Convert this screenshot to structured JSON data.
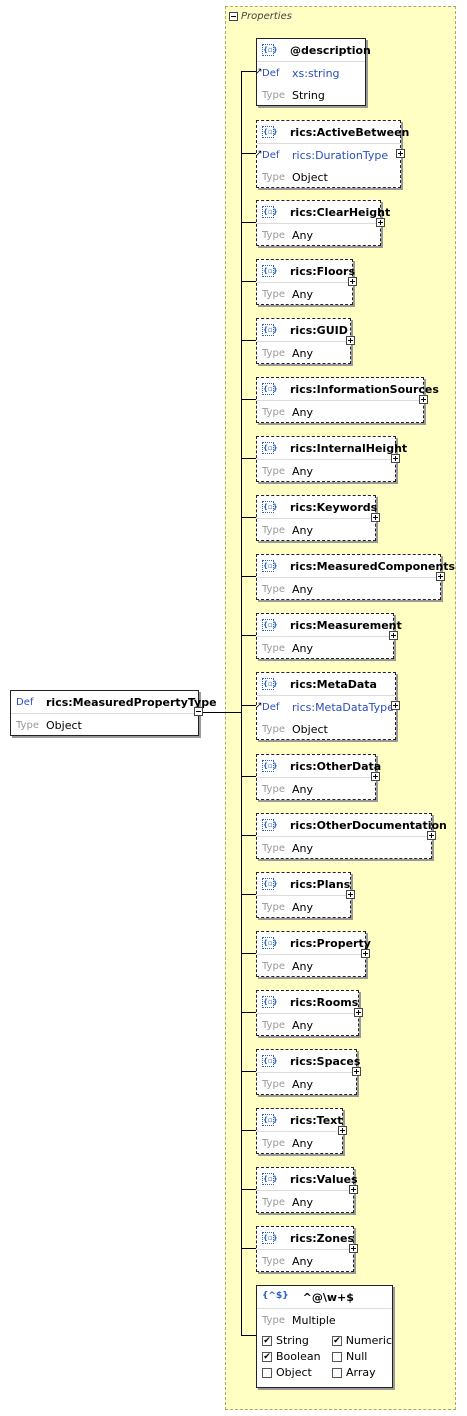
{
  "root": {
    "def_label": "Def",
    "name": "rics:MeasuredPropertyType",
    "type_label": "Type",
    "type_value": "Object"
  },
  "panel": {
    "title": "Properties"
  },
  "items": [
    {
      "name": "@description",
      "def": "xs:string",
      "type": "String",
      "expand": false,
      "dashed": false
    },
    {
      "name": "rics:ActiveBetween",
      "def": "rics:DurationType",
      "type": "Object",
      "expand": true,
      "dashed": true
    },
    {
      "name": "rics:ClearHeight",
      "def": null,
      "type": "Any",
      "expand": true,
      "dashed": true
    },
    {
      "name": "rics:Floors",
      "def": null,
      "type": "Any",
      "expand": true,
      "dashed": true
    },
    {
      "name": "rics:GUID",
      "def": null,
      "type": "Any",
      "expand": true,
      "dashed": true
    },
    {
      "name": "rics:InformationSources",
      "def": null,
      "type": "Any",
      "expand": true,
      "dashed": true
    },
    {
      "name": "rics:InternalHeight",
      "def": null,
      "type": "Any",
      "expand": true,
      "dashed": true
    },
    {
      "name": "rics:Keywords",
      "def": null,
      "type": "Any",
      "expand": true,
      "dashed": true
    },
    {
      "name": "rics:MeasuredComponents",
      "def": null,
      "type": "Any",
      "expand": true,
      "dashed": true
    },
    {
      "name": "rics:Measurement",
      "def": null,
      "type": "Any",
      "expand": true,
      "dashed": true
    },
    {
      "name": "rics:MetaData",
      "def": "rics:MetaDataType",
      "type": "Object",
      "expand": true,
      "dashed": true
    },
    {
      "name": "rics:OtherData",
      "def": null,
      "type": "Any",
      "expand": true,
      "dashed": true
    },
    {
      "name": "rics:OtherDocumentation",
      "def": null,
      "type": "Any",
      "expand": true,
      "dashed": true
    },
    {
      "name": "rics:Plans",
      "def": null,
      "type": "Any",
      "expand": true,
      "dashed": true
    },
    {
      "name": "rics:Property",
      "def": null,
      "type": "Any",
      "expand": true,
      "dashed": true
    },
    {
      "name": "rics:Rooms",
      "def": null,
      "type": "Any",
      "expand": true,
      "dashed": true
    },
    {
      "name": "rics:Spaces",
      "def": null,
      "type": "Any",
      "expand": true,
      "dashed": true
    },
    {
      "name": "rics:Text",
      "def": null,
      "type": "Any",
      "expand": true,
      "dashed": true
    },
    {
      "name": "rics:Values",
      "def": null,
      "type": "Any",
      "expand": true,
      "dashed": true
    },
    {
      "name": "rics:Zones",
      "def": null,
      "type": "Any",
      "expand": true,
      "dashed": true
    }
  ],
  "pattern": {
    "icon": "{^$}",
    "name": "^@\\w+$",
    "type": "Multiple",
    "checks": [
      {
        "label": "String",
        "checked": true
      },
      {
        "label": "Numeric",
        "checked": true
      },
      {
        "label": "Boolean",
        "checked": true
      },
      {
        "label": "Null",
        "checked": false
      },
      {
        "label": "Object",
        "checked": false
      },
      {
        "label": "Array",
        "checked": false
      }
    ]
  },
  "labels": {
    "def": "Def",
    "type": "Type",
    "element_icon": "{⊡}"
  }
}
